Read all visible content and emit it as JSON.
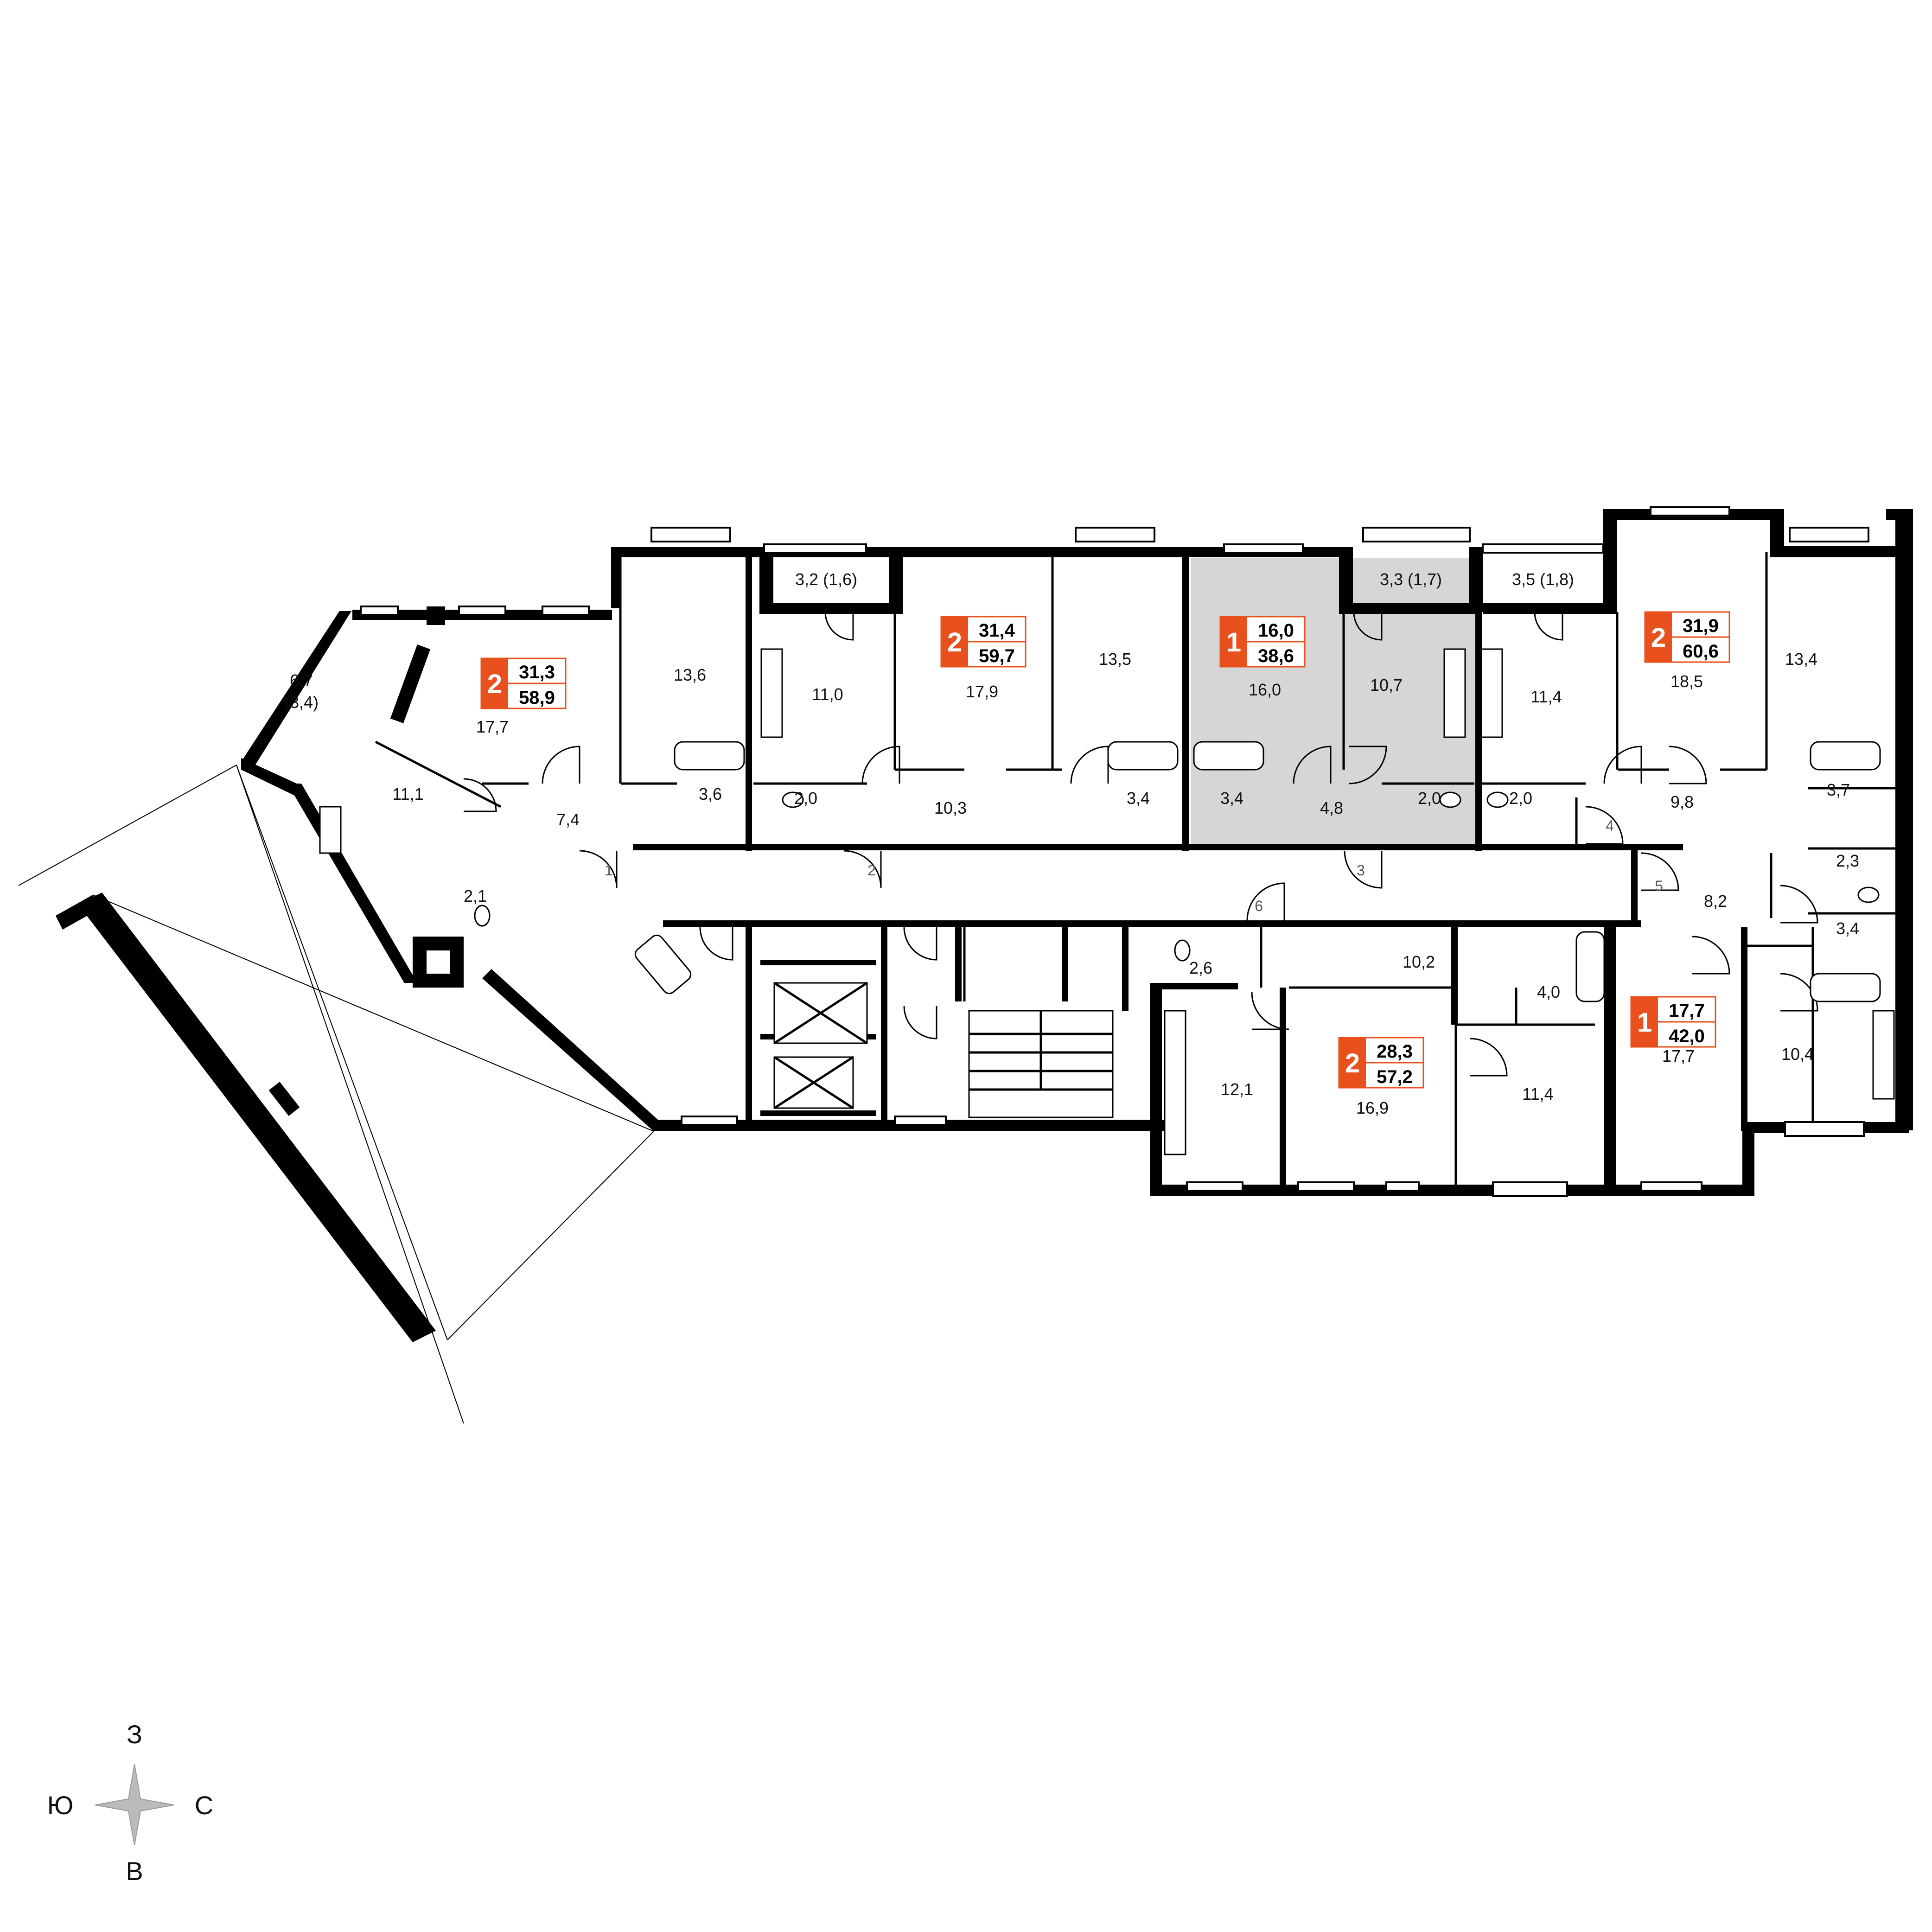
{
  "colors": {
    "badge": "#e8501e",
    "wall": "#000000",
    "highlight": "#d6d6d6"
  },
  "rooms": {
    "loggia_left": "6,7",
    "loggia_left_sub": "(3,4)",
    "a1_living": "17,7",
    "a1_room2": "13,6",
    "a1_kitchen": "11,1",
    "a1_hall": "7,4",
    "a1_bath": "3,6",
    "a1_wc": "2,1",
    "balcony_1": "3,2 (1,6)",
    "a2_kitchen": "11,0",
    "a2_wc": "2,0",
    "a2_living": "17,9",
    "a2_hall": "10,3",
    "a2_room2": "13,5",
    "a2_bath": "3,4",
    "a3_living": "16,0",
    "a3_bath": "3,4",
    "a3_hall": "4,8",
    "balcony_2": "3,3 (1,7)",
    "a3_kitchen": "10,7",
    "a3_wc": "2,0",
    "balcony_3": "3,5 (1,8)",
    "a4_kitchen": "11,4",
    "a4_wc": "2,0",
    "a4_living": "18,5",
    "a4_hall": "9,8",
    "a4_room2": "13,4",
    "a4_bath": "3,7",
    "a5_wc": "2,3",
    "a5_hall": "8,2",
    "a5_bath": "3,4",
    "a5_living": "17,7",
    "a5_kitchen": "10,4",
    "a6_wc": "2,6",
    "a6_hall": "10,2",
    "a6_bath": "4,0",
    "a6_kitchen": "12,1",
    "a6_living": "16,9",
    "a6_room2": "11,4"
  },
  "doors": [
    "1",
    "2",
    "3",
    "4",
    "5",
    "6"
  ],
  "badges": [
    {
      "rooms": "2",
      "living": "31,3",
      "total": "58,9"
    },
    {
      "rooms": "2",
      "living": "31,4",
      "total": "59,7"
    },
    {
      "rooms": "1",
      "living": "16,0",
      "total": "38,6"
    },
    {
      "rooms": "2",
      "living": "31,9",
      "total": "60,6"
    },
    {
      "rooms": "2",
      "living": "28,3",
      "total": "57,2"
    },
    {
      "rooms": "1",
      "living": "17,7",
      "total": "42,0"
    }
  ],
  "compass": {
    "north": "З",
    "west": "Ю",
    "east": "С",
    "south": "В",
    "icon": "compass-star-icon"
  }
}
